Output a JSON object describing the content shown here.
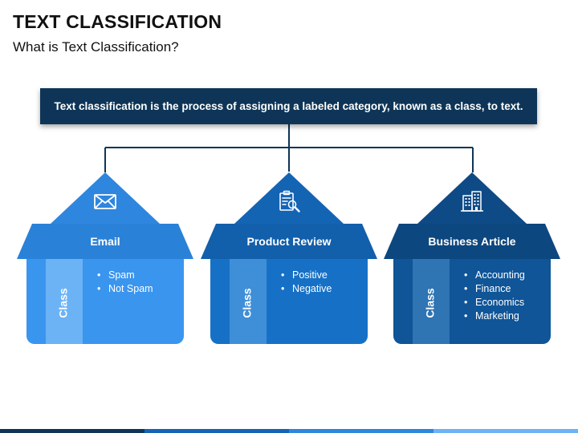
{
  "header": {
    "title": "TEXT CLASSIFICATION",
    "subtitle": "What is Text Classification?"
  },
  "banner": {
    "text": "Text classification is the process of assigning a labeled category, known as a class, to text."
  },
  "houses": [
    {
      "name": "Email",
      "icon": "envelope-icon",
      "class_label": "Class",
      "items": [
        "Spam",
        "Not Spam"
      ],
      "colors": {
        "roof": "#2e86de",
        "eave": "#2a82d8",
        "body": "#3a95ef",
        "band": "#6cb3f5"
      }
    },
    {
      "name": "Product Review",
      "icon": "document-search-icon",
      "class_label": "Class",
      "items": [
        "Positive",
        "Negative"
      ],
      "colors": {
        "roof": "#1464b4",
        "eave": "#125fab",
        "body": "#1671c6",
        "band": "#3e8fd8"
      }
    },
    {
      "name": "Business Article",
      "icon": "office-building-icon",
      "class_label": "Class",
      "items": [
        "Accounting",
        "Finance",
        "Economics",
        "Marketing"
      ],
      "colors": {
        "roof": "#0e4a86",
        "eave": "#0d477f",
        "body": "#0f5597",
        "band": "#2f74b3"
      }
    }
  ],
  "colors": {
    "banner": "#0e3557",
    "connector": "#0e3557",
    "bottom_bar": [
      "#0e3557",
      "#1464b4",
      "#2e86de",
      "#6cb3f5"
    ]
  }
}
